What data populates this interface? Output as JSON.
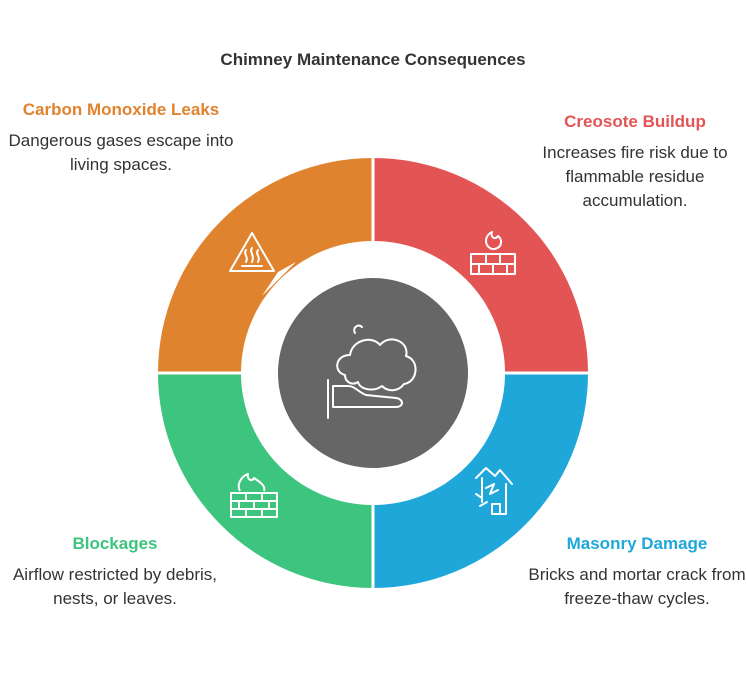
{
  "title": "Chimney Maintenance Consequences",
  "segments": {
    "co": {
      "heading": "Carbon Monoxide Leaks",
      "description": "Dangerous gases escape into living spaces.",
      "color": "#E0832E",
      "icon": "heat-warning-icon"
    },
    "creosote": {
      "heading": "Creosote Buildup",
      "description": "Increases fire risk due to flammable residue accumulation.",
      "color": "#E35555",
      "icon": "brick-fire-icon"
    },
    "blockages": {
      "heading": "Blockages",
      "description": "Airflow restricted by debris, nests, or leaves.",
      "color": "#3DC47E",
      "icon": "brick-flame-icon"
    },
    "masonry": {
      "heading": "Masonry Damage",
      "description": "Bricks and mortar crack from freeze-thaw cycles.",
      "color": "#20A7DA",
      "icon": "broken-house-icon"
    }
  },
  "center": {
    "icon": "smoke-hand-icon",
    "color": "#666666"
  }
}
